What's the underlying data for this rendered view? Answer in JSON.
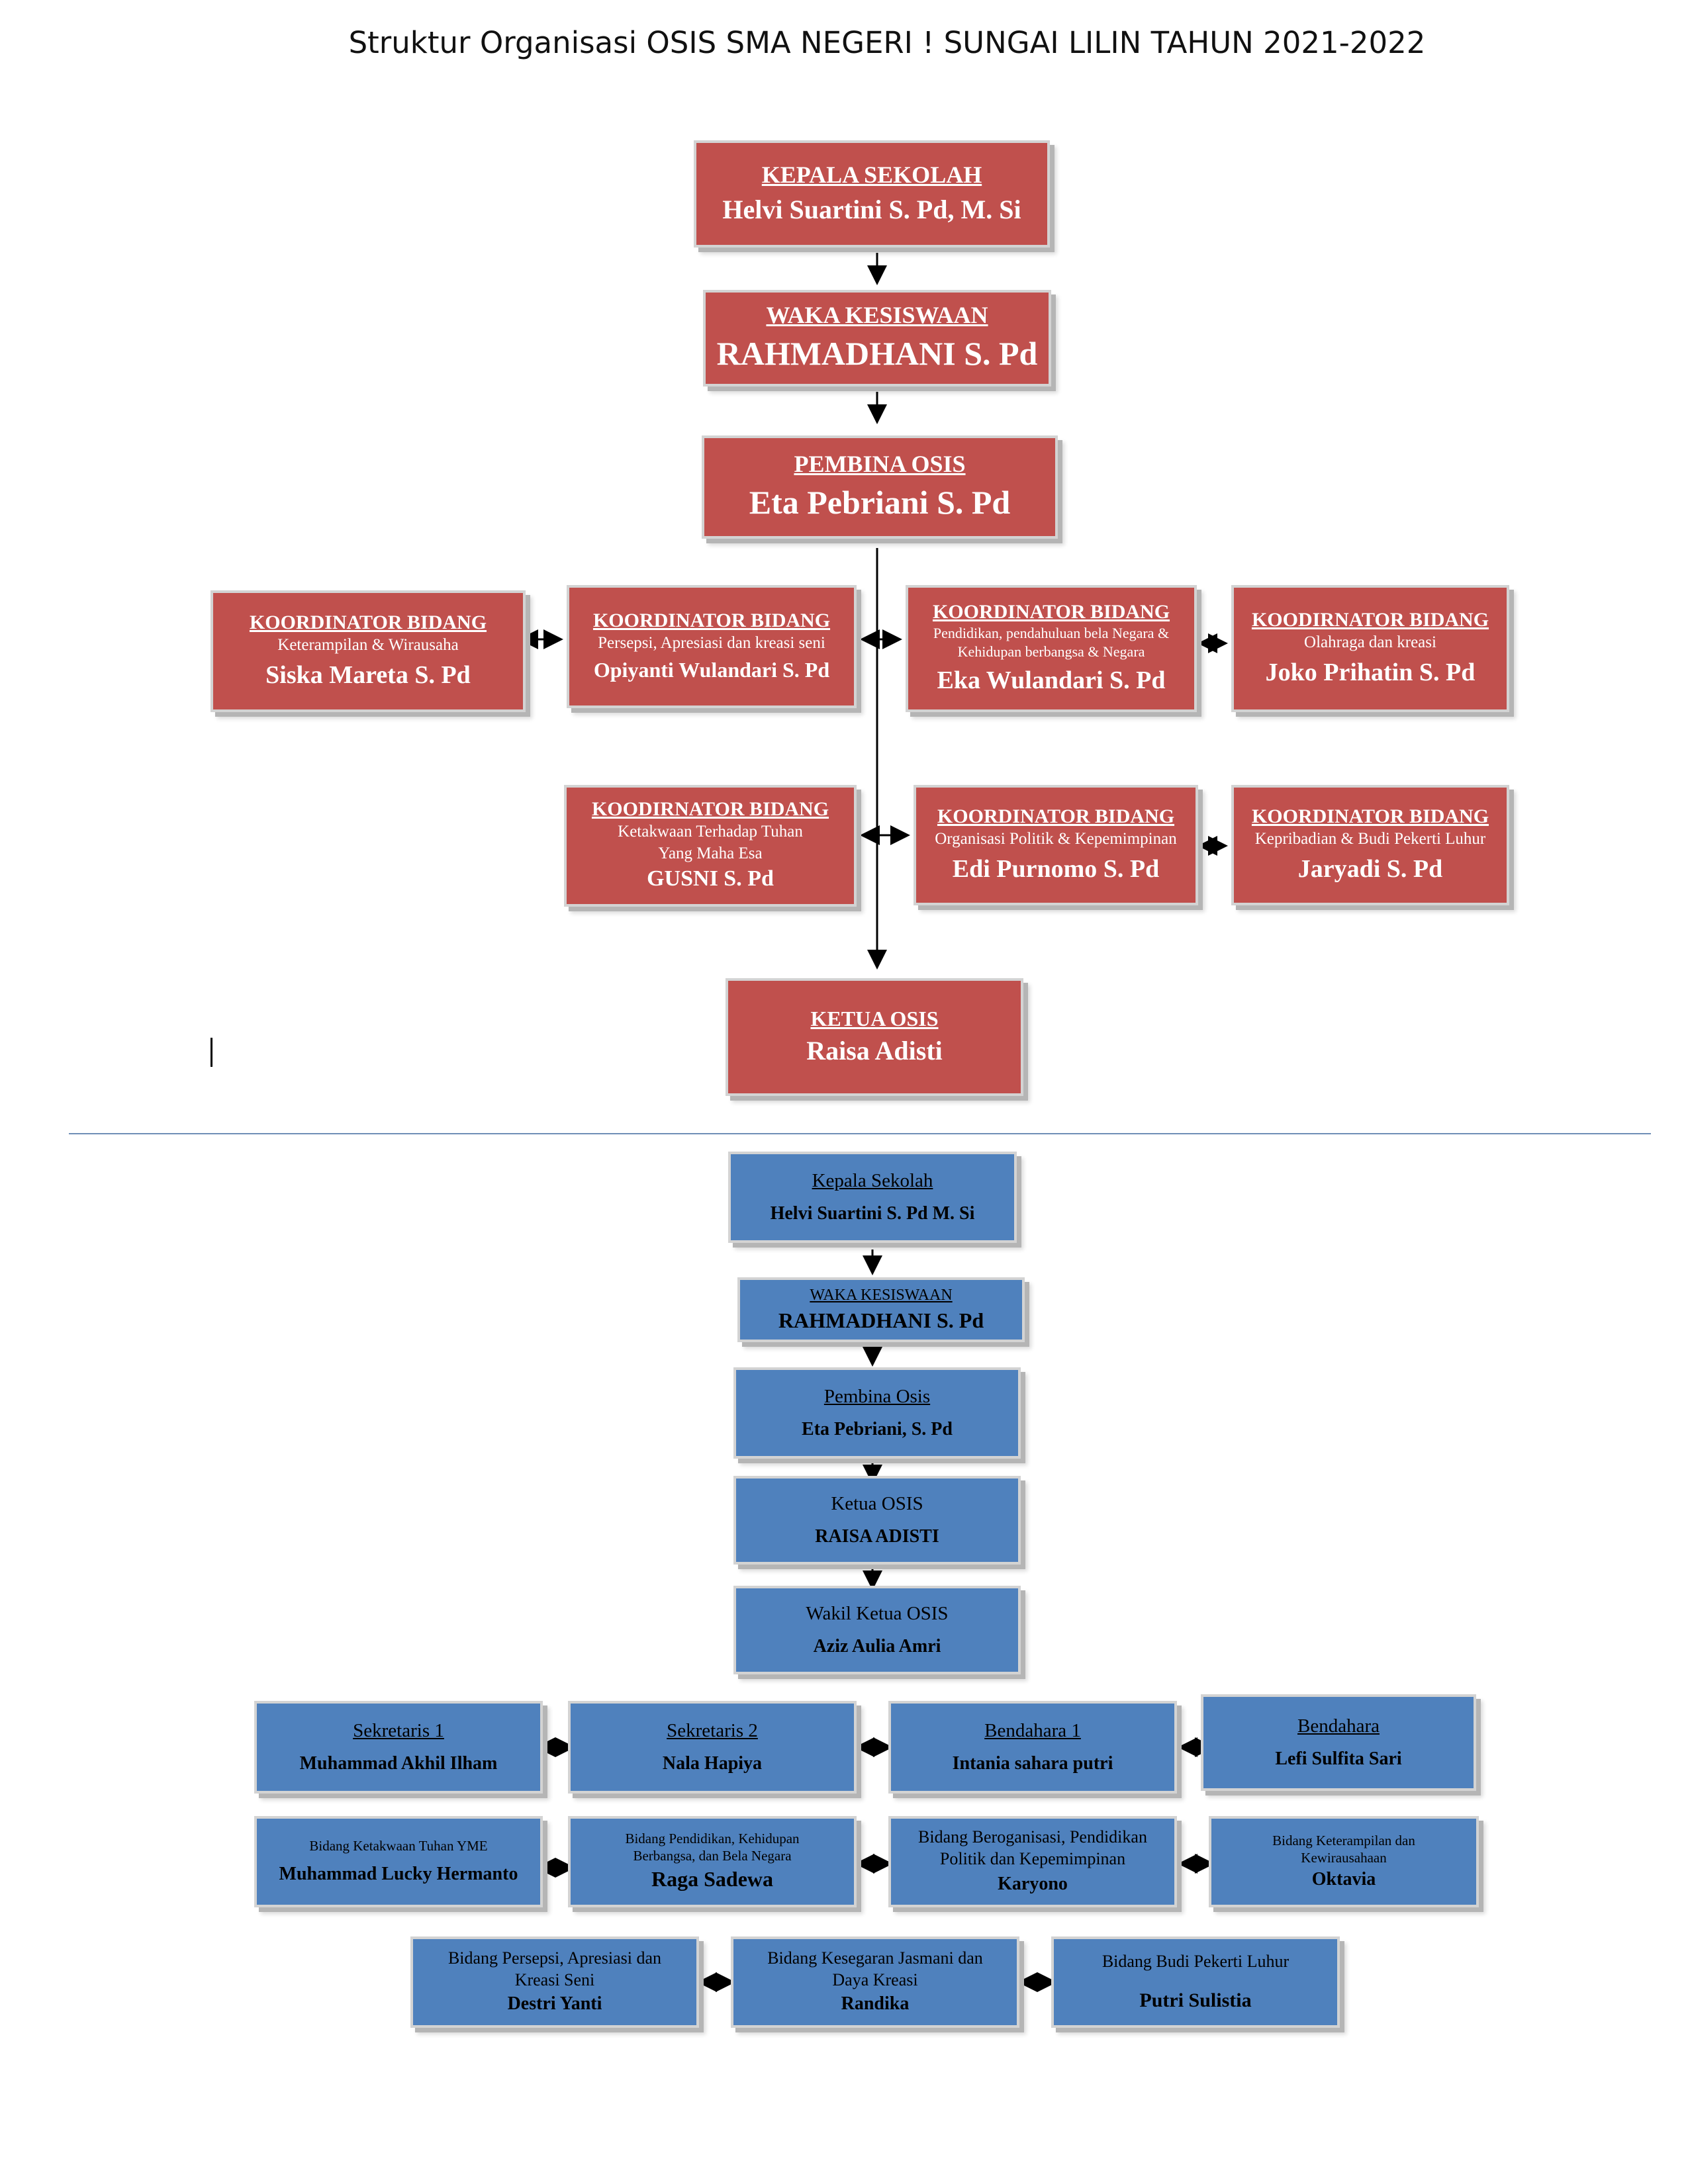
{
  "title": "Struktur Organisasi OSIS SMA NEGERI ! SUNGAI LILIN TAHUN 2021-2022",
  "chart1": {
    "kepala_sekolah": {
      "header": "KEPALA SEKOLAH",
      "name": "Helvi Suartini S. Pd, M. Si"
    },
    "waka": {
      "header": "WAKA KESISWAAN",
      "name": "RAHMADHANI S. Pd"
    },
    "pembina": {
      "header": "PEMBINA OSIS",
      "name": "Eta Pebriani S. Pd"
    },
    "koor1": {
      "header": "KOORDINATOR  BIDANG",
      "field": "Keterampilan & Wirausaha",
      "name": "Siska Mareta S. Pd"
    },
    "koor2": {
      "header": "KOORDINATOR  BIDANG",
      "field": "Persepsi, Apresiasi dan kreasi seni",
      "name": "Opiyanti Wulandari S. Pd"
    },
    "koor3": {
      "header": "KOORDINATOR  BIDANG",
      "field": "Pendidikan, pendahuluan bela Negara & Kehidupan berbangsa & Negara",
      "name": "Eka Wulandari  S. Pd"
    },
    "koor4": {
      "header": "KOODIRNATOR  BIDANG",
      "field": "Olahraga dan kreasi",
      "name": "Joko Prihatin S. Pd"
    },
    "koor5": {
      "header": "KOODIRNATOR  BIDANG",
      "field": "Ketakwaan Terhadap Tuhan Yang Maha Esa",
      "name": "GUSNI S. Pd"
    },
    "koor6": {
      "header": "KOORDINATOR  BIDANG",
      "field": "Organisasi Politik & Kepemimpinan",
      "name": "Edi Purnomo S. Pd"
    },
    "koor7": {
      "header": "KOORDINATOR  BIDANG",
      "field": "Kepribadian & Budi Pekerti Luhur",
      "name": "Jaryadi S. Pd"
    },
    "ketua": {
      "header": "KETUA OSIS",
      "name": "Raisa Adisti"
    }
  },
  "chart2": {
    "kepala_sekolah": {
      "header": "Kepala Sekolah",
      "name": "Helvi Suartini S. Pd M. Si"
    },
    "waka": {
      "header": "WAKA KESISWAAN",
      "name": "RAHMADHANI S. Pd"
    },
    "pembina": {
      "header": "Pembina Osis",
      "name": "Eta Pebriani, S. Pd"
    },
    "ketua": {
      "header": "Ketua OSIS",
      "name": "RAISA ADISTI"
    },
    "wakil": {
      "header": "Wakil Ketua OSIS",
      "name": "Aziz Aulia Amri"
    },
    "sekretaris1": {
      "header": "Sekretaris 1",
      "name": "Muhammad Akhil Ilham"
    },
    "sekretaris2": {
      "header": "Sekretaris 2",
      "name": "Nala Hapiya"
    },
    "bendahara1": {
      "header": "Bendahara 1",
      "name": "Intania sahara putri"
    },
    "bendahara2": {
      "header": "Bendahara",
      "name": "Lefi Sulfita Sari"
    },
    "bidang1": {
      "header": "Bidang Ketakwaan Tuhan YME",
      "name": "Muhammad Lucky Hermanto"
    },
    "bidang2": {
      "header": "Bidang Pendidikan, Kehidupan Berbangsa, dan Bela Negara",
      "name": "Raga Sadewa"
    },
    "bidang3": {
      "header": "Bidang Beroganisasi, Pendidikan Politik dan Kepemimpinan",
      "name": "Karyono"
    },
    "bidang4": {
      "header": "Bidang Keterampilan dan Kewirausahaan",
      "name": "Oktavia"
    },
    "bidang5": {
      "header": "Bidang  Persepsi, Apresiasi dan Kreasi Seni",
      "name": "Destri Yanti"
    },
    "bidang6": {
      "header": "Bidang Kesegaran Jasmani dan Daya Kreasi",
      "name": "Randika"
    },
    "bidang7": {
      "header": "Bidang Budi Pekerti Luhur",
      "name": "Putri Sulistia"
    }
  }
}
